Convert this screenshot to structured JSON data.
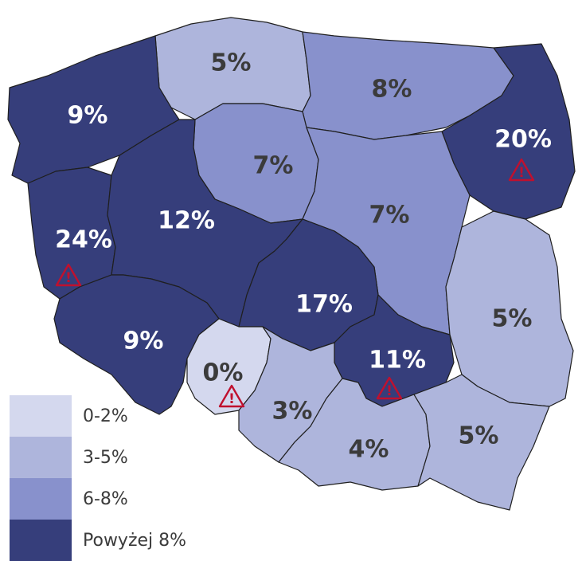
{
  "colors": {
    "c0_2": "#d4d8ee",
    "c3_5": "#aeb5dc",
    "c6_8": "#8891cc",
    "c8p": "#363e7b",
    "warning": "#c0102e"
  },
  "legend": [
    {
      "label": "0-2%",
      "color": "#d4d8ee"
    },
    {
      "label": "3-5%",
      "color": "#aeb5dc"
    },
    {
      "label": "6-8%",
      "color": "#8891cc"
    },
    {
      "label": "Powyżej 8%",
      "color": "#363e7b"
    }
  ],
  "warning_icon": "warning-triangle-icon",
  "regions": [
    {
      "id": "pomorskie",
      "value": "5%",
      "color": "#aeb5dc",
      "warning": false
    },
    {
      "id": "warminsko-mazurskie",
      "value": "8%",
      "color": "#8891cc",
      "warning": false
    },
    {
      "id": "podlaskie",
      "value": "20%",
      "color": "#363e7b",
      "warning": true
    },
    {
      "id": "zachodniopomorskie",
      "value": "9%",
      "color": "#363e7b",
      "warning": false
    },
    {
      "id": "kujawsko-pomorskie",
      "value": "7%",
      "color": "#8891cc",
      "warning": false
    },
    {
      "id": "mazowieckie",
      "value": "7%",
      "color": "#8891cc",
      "warning": false
    },
    {
      "id": "lubuskie",
      "value": "24%",
      "color": "#363e7b",
      "warning": true
    },
    {
      "id": "wielkopolskie",
      "value": "12%",
      "color": "#363e7b",
      "warning": false
    },
    {
      "id": "lodzkie",
      "value": "17%",
      "color": "#363e7b",
      "warning": false
    },
    {
      "id": "lubelskie",
      "value": "5%",
      "color": "#aeb5dc",
      "warning": false
    },
    {
      "id": "dolnoslaskie",
      "value": "9%",
      "color": "#363e7b",
      "warning": false
    },
    {
      "id": "swietokrzyskie",
      "value": "11%",
      "color": "#363e7b",
      "warning": true
    },
    {
      "id": "opolskie",
      "value": "0%",
      "color": "#d4d8ee",
      "warning": true
    },
    {
      "id": "slaskie",
      "value": "3%",
      "color": "#aeb5dc",
      "warning": false
    },
    {
      "id": "malopolskie",
      "value": "4%",
      "color": "#aeb5dc",
      "warning": false
    },
    {
      "id": "podkarpackie",
      "value": "5%",
      "color": "#aeb5dc",
      "warning": false
    }
  ]
}
